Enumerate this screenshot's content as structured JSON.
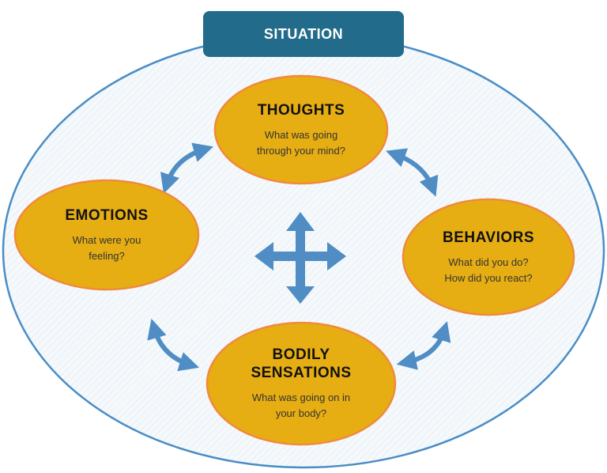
{
  "title": "SITUATION",
  "colors": {
    "title_box": "#226b8a",
    "outer_ellipse_stroke": "#4a8dc6",
    "outer_ellipse_fill": "#f3f8fc",
    "node_fill": "#e6ae13",
    "node_stroke": "#f08a3c",
    "arrow": "#4f8dc4"
  },
  "nodes": [
    {
      "id": "thoughts",
      "label": "THOUGHTS",
      "question_lines": [
        "What was going",
        "through your mind?"
      ]
    },
    {
      "id": "emotions",
      "label": "EMOTIONS",
      "question_lines": [
        "What were you",
        "feeling?"
      ]
    },
    {
      "id": "behaviors",
      "label": "BEHAVIORS",
      "question_lines": [
        "What did you do?",
        "How did you react?"
      ]
    },
    {
      "id": "bodily-sensations",
      "label_lines": [
        "BODILY",
        "SENSATIONS"
      ],
      "question_lines": [
        "What was going on in",
        "your body?"
      ]
    }
  ],
  "connectors": [
    {
      "from": "thoughts",
      "to": "emotions",
      "type": "bidirectional"
    },
    {
      "from": "thoughts",
      "to": "behaviors",
      "type": "bidirectional"
    },
    {
      "from": "emotions",
      "to": "bodily-sensations",
      "type": "bidirectional"
    },
    {
      "from": "behaviors",
      "to": "bodily-sensations",
      "type": "bidirectional"
    },
    {
      "center": true,
      "type": "four-way"
    }
  ]
}
